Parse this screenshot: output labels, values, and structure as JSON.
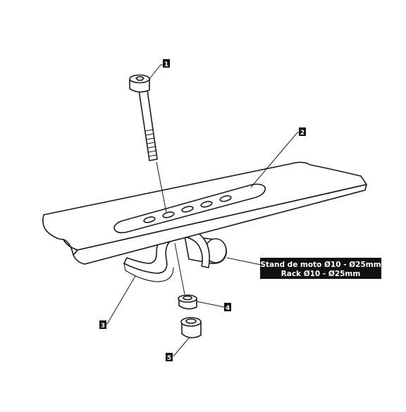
{
  "callouts": {
    "c1": "1",
    "c2": "2",
    "c3": "3",
    "c4": "4",
    "c5": "5"
  },
  "spec": {
    "line1": "Stand de moto Ø10 - Ø25mm",
    "line2": "Rack Ø10 - Ø25mm"
  },
  "colors": {
    "ink": "#1a1a1a",
    "label_bg": "#111111",
    "label_text": "#ffffff"
  }
}
